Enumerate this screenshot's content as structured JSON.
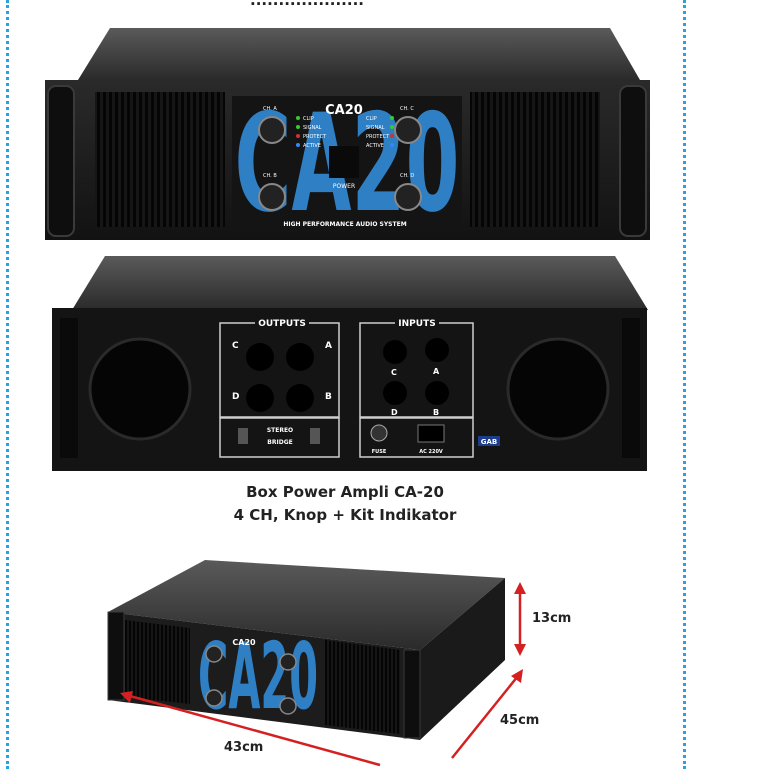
{
  "header": {
    "partial_text": "...................."
  },
  "front_panel": {
    "model": "CA20",
    "big_logo": "CA20",
    "tagline": "HIGH PERFORMANCE AUDIO SYSTEM",
    "power_label": "POWER",
    "knob_labels": [
      "CH. A",
      "CH. B",
      "CH. C",
      "CH. D"
    ],
    "led_labels": [
      "CLIP",
      "SIGNAL",
      "PROTECT",
      "ACTIVE"
    ]
  },
  "rear_panel": {
    "outputs_label": "OUTPUTS",
    "inputs_label": "INPUTS",
    "channel_letters": [
      "C",
      "A",
      "D",
      "B"
    ],
    "stereo_label": "STEREO",
    "bridge_label": "BRIDGE",
    "fuse_label": "FUSE",
    "ac_label": "AC 220V",
    "brand_badge": "GAB"
  },
  "caption": {
    "line1": "Box Power Ampli CA-20",
    "line2": "4 CH, Knop + Kit Indikator"
  },
  "dimensions": {
    "height": "13cm",
    "depth": "45cm",
    "width": "43cm"
  },
  "colors": {
    "border_dots": "#29a3df",
    "panel_blue": "#2f7fc4",
    "chassis": "#1b1b1b",
    "dimension_arrow": "#d42020"
  }
}
